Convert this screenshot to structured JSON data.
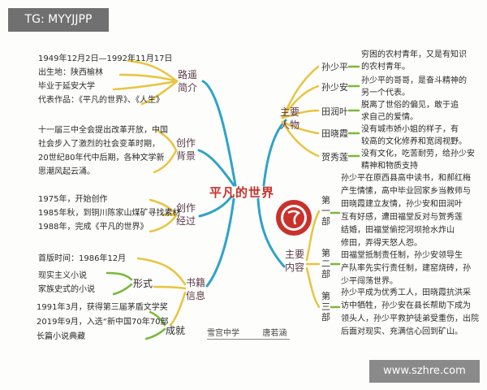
{
  "watermarks": {
    "top_left": "TG: MYYJJPP",
    "bottom_right": "www.szhre.com"
  },
  "colors": {
    "title": "#c4322b",
    "trunk": "#2ea3c9",
    "branch": "#e8c440",
    "leaf": "#7ab83a",
    "logo": "#c9312b"
  },
  "center_title": "平凡的世界",
  "footer": {
    "school": "雪宫中学",
    "author": "唐若涵"
  },
  "left": {
    "author_intro": {
      "label": "路遥简介",
      "lines": [
        "1949年12月2日—1992年11月17日",
        "出生地：陕西榆林",
        "毕业于延安大学",
        "代表作品：《平凡的世界》、《人生》"
      ]
    },
    "background": {
      "label": "创作背景",
      "lines": [
        "十一届三中全会提出改革开放，中国",
        "社会步入了激烈的社会变革时期，",
        "20世纪80年代中后期，各种文学新",
        "思潮风起云涌。"
      ]
    },
    "process": {
      "label": "创作经过",
      "lines": [
        "1975年，开始创作",
        "1985年秋，到铜川陈家山煤矿寻找素材",
        "1988年，完成《平凡的世界》"
      ]
    },
    "book_info": {
      "label": "书籍信息",
      "first_edition": "首版时间：1986年12月",
      "form": {
        "label": "形式",
        "lines": [
          "现实主义小说",
          "家族史式的小说"
        ]
      },
      "achievement": {
        "label": "成就",
        "lines": [
          "1991年3月，获得第三届茅盾文学奖",
          "2019年9月，入选“新中国70年70部",
          "长篇小说典藏"
        ]
      }
    }
  },
  "right": {
    "characters": {
      "label": "主要人物",
      "items": [
        {
          "name": "孙少平",
          "desc": [
            "穷困的农村青年，又是有知识",
            "的农村青年。"
          ]
        },
        {
          "name": "孙少安",
          "desc": [
            "孙少平的哥哥，是奋斗精神的",
            "另一个代表。"
          ]
        },
        {
          "name": "田润叶",
          "desc": [
            "脱离了世俗的偏见，敢于追",
            "求自己的爱情。"
          ]
        },
        {
          "name": "田晓霞",
          "desc": [
            "没有城市娇小姐的样子，有",
            "较高的文化修养和宽阔视野。"
          ]
        },
        {
          "name": "贺秀莲",
          "desc": [
            "没有文化，吃苦耐劳，给孙少安",
            "精神和物质支持"
          ]
        }
      ]
    },
    "content": {
      "label": "主要内容",
      "parts": [
        {
          "name": "第一部",
          "lines": [
            "孙少平在原西县高中读书，和郝红梅",
            "产生情愫，高中毕业回家乡当教师与",
            "田晓霞建立友情，孙少安和田润叶",
            "互有好感，遭田福堂反对与贺秀莲",
            "结婚，田福堂偷挖河坝抢水炸山",
            "修田，弄得天怒人怨。"
          ]
        },
        {
          "name": "第二部",
          "lines": [
            "田福堂抵制责任制，孙少安领导生",
            "产队率先实行责任制，建窑烧砖，孙",
            "少平闯荡世界。"
          ]
        },
        {
          "name": "第三部",
          "lines": [
            "孙少平成为优秀工人，田晓霞抗洪采",
            "访中牺牲，孙少安在县长帮助下成为",
            "领头人，孙少平救护徒弟受重伤，出院",
            "后面对现实、充满信心回到矿山。"
          ]
        }
      ]
    }
  }
}
